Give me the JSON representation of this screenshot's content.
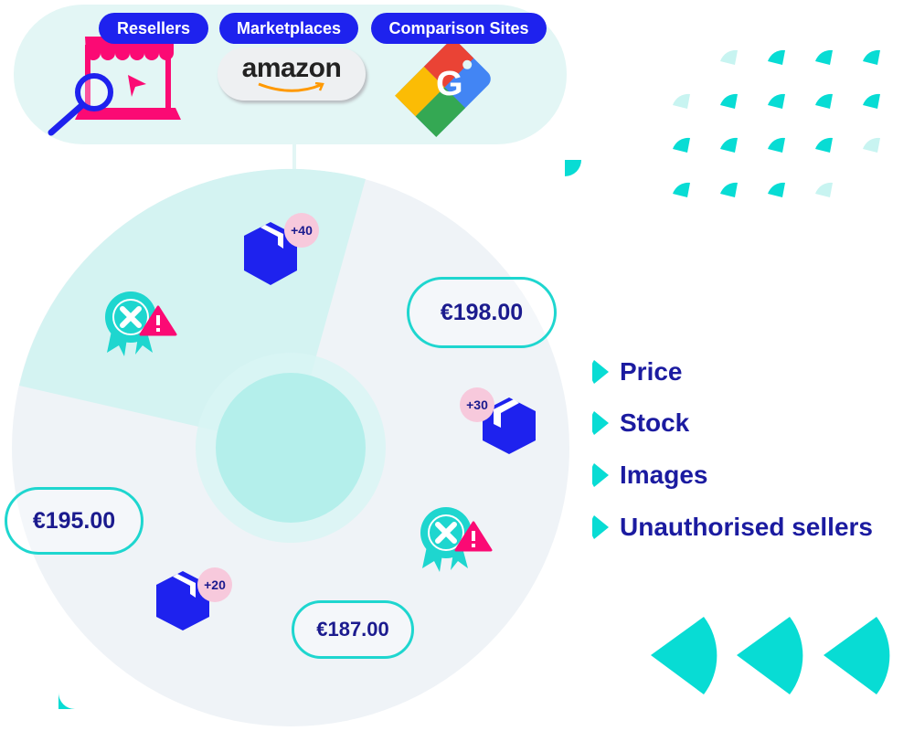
{
  "sources": {
    "tags": [
      "Resellers",
      "Marketplaces",
      "Comparison Sites"
    ],
    "marketplace_logo": "amazon"
  },
  "prices": [
    "€198.00",
    "€195.00",
    "€187.00"
  ],
  "stock_badges": [
    "+40",
    "+30",
    "+20"
  ],
  "legend": [
    "Price",
    "Stock",
    "Images",
    "Unauthorised sellers"
  ],
  "colors": {
    "brand_blue": "#1e22ee",
    "navy_text": "#1b1ba0",
    "teal": "#08dcd4",
    "pink": "#f7086e",
    "panel_bg": "#e3f6f5"
  }
}
